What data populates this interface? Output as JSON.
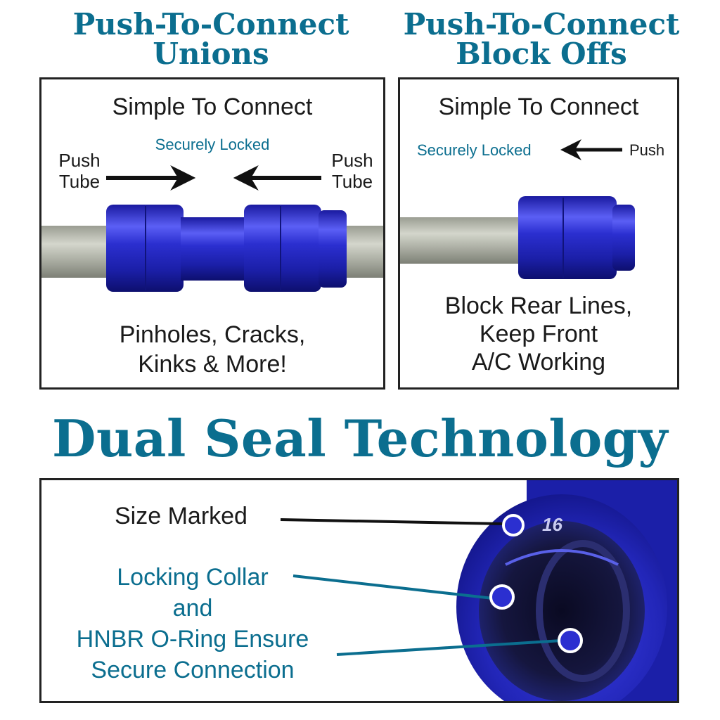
{
  "headings": {
    "unions": [
      "Push-To-Connect",
      "Unions"
    ],
    "block_offs": [
      "Push-To-Connect",
      "Block Offs"
    ],
    "dual_seal": "Dual Seal Technology"
  },
  "unions_panel": {
    "title": "Simple To Connect",
    "locked_label": "Securely Locked",
    "left_push": [
      "Push",
      "Tube"
    ],
    "right_push": [
      "Push",
      "Tube"
    ],
    "caption": [
      "Pinholes, Cracks,",
      "Kinks & More!"
    ]
  },
  "block_panel": {
    "title": "Simple To Connect",
    "locked_label": "Securely Locked",
    "push_label": "Push",
    "caption": [
      "Block Rear Lines,",
      "Keep Front",
      "A/C Working"
    ]
  },
  "dual_panel": {
    "size_label": "Size Marked",
    "size_marking": "16",
    "collar_label": [
      "Locking Collar",
      "and",
      "HNBR O-Ring Ensure",
      "Secure Connection"
    ]
  },
  "colors": {
    "accent": "#0b6e8f",
    "fitting_blue": "#2b2fd0",
    "tube_gray": "#a8aba0"
  }
}
